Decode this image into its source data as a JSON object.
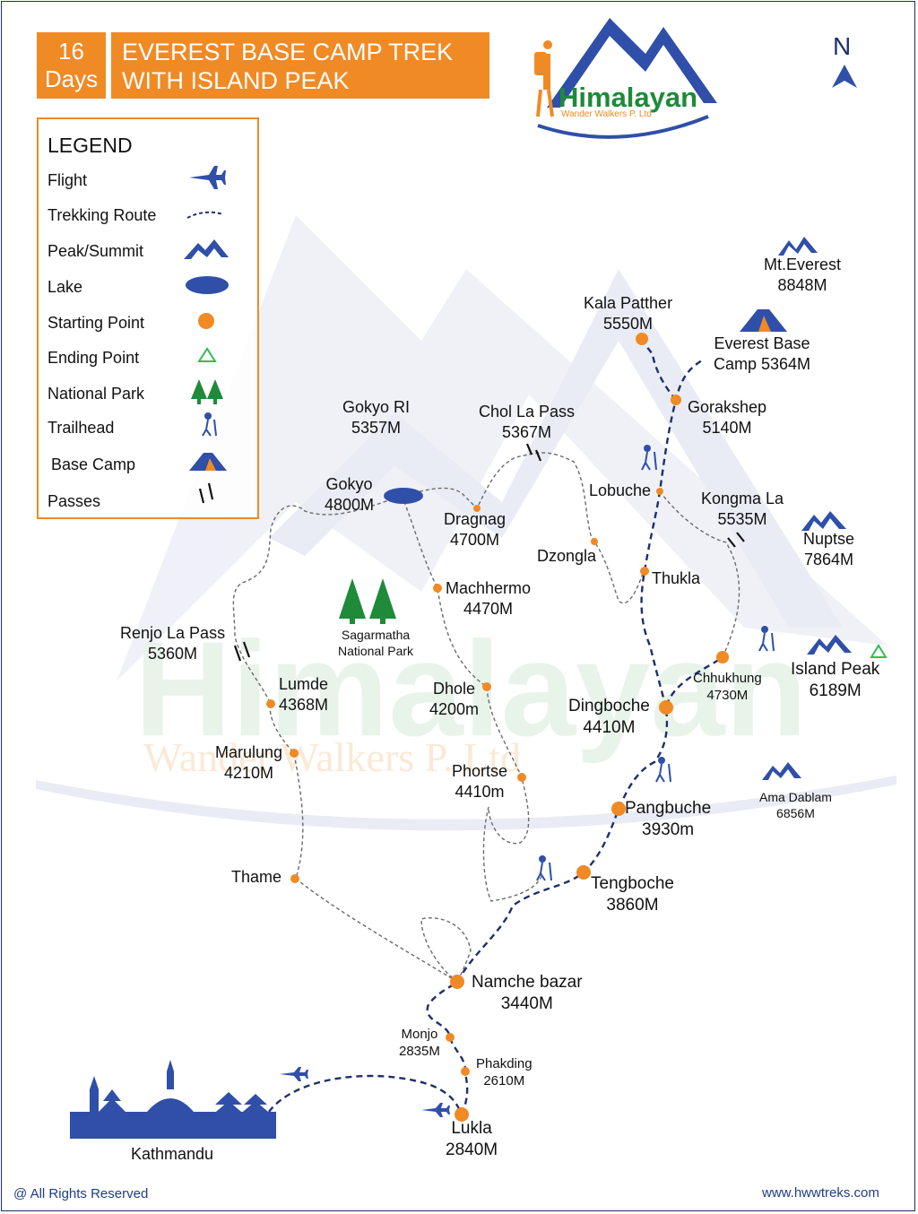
{
  "header": {
    "days_number": "16",
    "days_label": "Days",
    "title_line1": "EVEREST BASE CAMP TREK",
    "title_line2": "WITH ISLAND PEAK"
  },
  "logo": {
    "brand": "Himalayan",
    "subtitle": "Wander Walkers P. Ltd"
  },
  "north": "N",
  "legend": {
    "title": "LEGEND",
    "items": [
      {
        "label": "Flight",
        "icon": "airplane-icon"
      },
      {
        "label": "Trekking Route",
        "icon": "dashed-route-icon"
      },
      {
        "label": "Peak/Summit",
        "icon": "mountain-icon"
      },
      {
        "label": "Lake",
        "icon": "lake-icon"
      },
      {
        "label": "Starting Point",
        "icon": "orange-dot-icon"
      },
      {
        "label": "Ending Point",
        "icon": "green-triangle-icon"
      },
      {
        "label": "National Park",
        "icon": "trees-icon"
      },
      {
        "label": "Trailhead",
        "icon": "hiker-icon"
      },
      {
        "label": "Base Camp",
        "icon": "tent-icon"
      },
      {
        "label": "Passes",
        "icon": "pass-icon"
      }
    ]
  },
  "places": {
    "mt_everest": {
      "name": "Mt.Everest",
      "alt": "8848M"
    },
    "kala_patther": {
      "name": "Kala Patther",
      "alt": "5550M"
    },
    "ebc": {
      "name": "Everest Base",
      "alt": "Camp 5364M"
    },
    "gorakshep": {
      "name": "Gorakshep",
      "alt": "5140M"
    },
    "gokyo_ri": {
      "name": "Gokyo RI",
      "alt": "5357M"
    },
    "chol_la": {
      "name": "Chol La Pass",
      "alt": "5367M"
    },
    "gokyo": {
      "name": "Gokyo",
      "alt": "4800M"
    },
    "lobuche": {
      "name": "Lobuche"
    },
    "kongma_la": {
      "name": "Kongma La",
      "alt": "5535M"
    },
    "dragnag": {
      "name": "Dragnag",
      "alt": "4700M"
    },
    "dzongla": {
      "name": "Dzongla"
    },
    "nuptse": {
      "name": "Nuptse",
      "alt": "7864M"
    },
    "thukla": {
      "name": "Thukla"
    },
    "machhermo": {
      "name": "Machhermo",
      "alt": "4470M"
    },
    "national_park": {
      "name": "Sagarmatha",
      "alt": "National Park"
    },
    "renjo_la": {
      "name": "Renjo La Pass",
      "alt": "5360M"
    },
    "island_peak": {
      "name": "Island Peak",
      "alt": "6189M"
    },
    "chhukhung": {
      "name": "Chhukhung",
      "alt": "4730M"
    },
    "lumde": {
      "name": "Lumde",
      "alt": "4368M"
    },
    "dhole": {
      "name": "Dhole",
      "alt": "4200m"
    },
    "dingboche": {
      "name": "Dingboche",
      "alt": "4410M"
    },
    "marulung": {
      "name": "Marulung",
      "alt": "4210M"
    },
    "phortse": {
      "name": "Phortse",
      "alt": "4410m"
    },
    "ama_dablam": {
      "name": "Ama Dablam",
      "alt": "6856M"
    },
    "pangbuche": {
      "name": "Pangbuche",
      "alt": "3930m"
    },
    "thame": {
      "name": "Thame"
    },
    "tengboche": {
      "name": "Tengboche",
      "alt": "3860M"
    },
    "namche": {
      "name": "Namche bazar",
      "alt": "3440M"
    },
    "monjo": {
      "name": "Monjo",
      "alt": "2835M"
    },
    "phakding": {
      "name": "Phakding",
      "alt": "2610M"
    },
    "lukla": {
      "name": "Lukla",
      "alt": "2840M"
    },
    "kathmandu": {
      "name": "Kathmandu"
    }
  },
  "footer": {
    "left": "@ All Rights Reserved",
    "right": "www.hwwtreks.com"
  },
  "colors": {
    "orange": "#f08a25",
    "navy": "#1f2f6b",
    "blue": "#2f4fa8",
    "green": "#1e8a3a",
    "grey_route": "#6b6b6b"
  }
}
